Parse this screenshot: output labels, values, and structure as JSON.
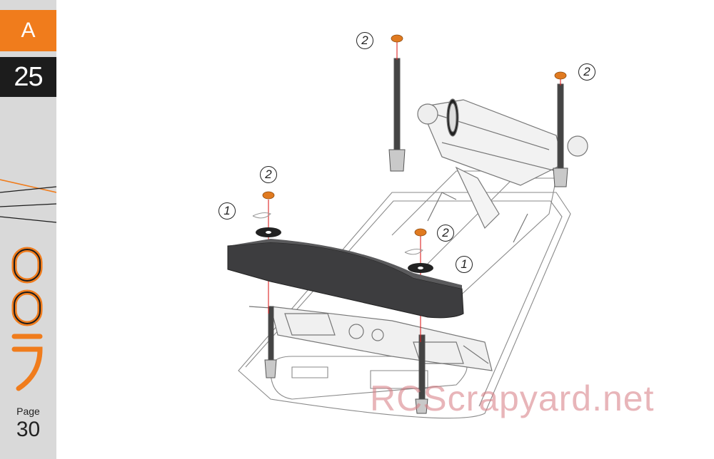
{
  "sidebar": {
    "section_letter": "A",
    "step_number": "25",
    "page_label": "Page",
    "page_number": "30"
  },
  "callouts": [
    {
      "label": "2"
    },
    {
      "label": "2"
    },
    {
      "label": "2"
    },
    {
      "label": "1"
    },
    {
      "label": "2"
    },
    {
      "label": "1"
    }
  ],
  "watermark": "RCScrapyard.net",
  "colors": {
    "accent": "#f07c1c",
    "dark": "#1c1c1c",
    "sidebar": "#d9d9d9",
    "bumper": "#3d3d3f",
    "screw": "#e07a20"
  }
}
